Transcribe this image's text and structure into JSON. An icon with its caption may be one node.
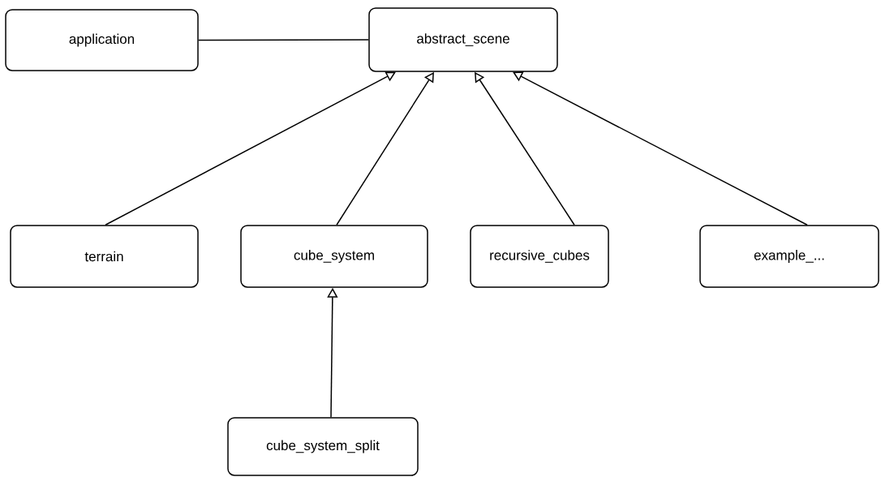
{
  "diagram": {
    "nodes": [
      {
        "text": [
          "application"
        ]
      },
      {
        "text": [
          "abstract_scene"
        ]
      },
      {
        "text": [
          "terrain"
        ]
      },
      {
        "text": [
          "cube_system"
        ]
      },
      {
        "text": [
          "recursive_cubes"
        ]
      },
      {
        "text": [
          "example_..."
        ]
      },
      {
        "text": [
          "cube_system_split"
        ]
      }
    ],
    "edges": [
      {
        "from": 0,
        "to": 1,
        "arrow": "none"
      },
      {
        "from": 2,
        "to": 1,
        "arrow": "to"
      },
      {
        "from": 3,
        "to": 1,
        "arrow": "to"
      },
      {
        "from": 4,
        "to": 1,
        "arrow": "to"
      },
      {
        "from": 5,
        "to": 1,
        "arrow": "to"
      },
      {
        "from": 6,
        "to": 3,
        "arrow": "to"
      }
    ]
  }
}
